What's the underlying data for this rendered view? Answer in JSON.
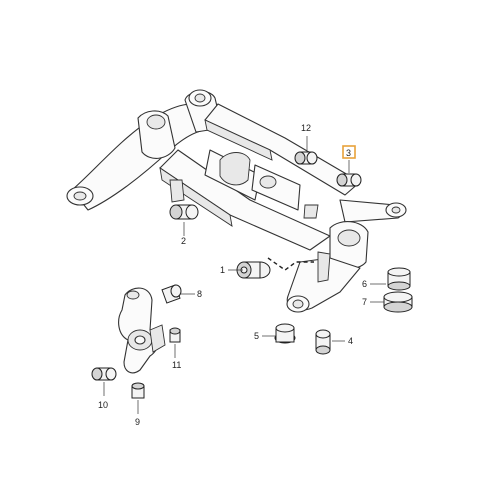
{
  "diagram": {
    "callouts": [
      {
        "id": "c1",
        "text": "1"
      },
      {
        "id": "c2",
        "text": "2"
      },
      {
        "id": "c3",
        "text": "3",
        "highlighted": true
      },
      {
        "id": "c4",
        "text": "4"
      },
      {
        "id": "c5",
        "text": "5"
      },
      {
        "id": "c6",
        "text": "6"
      },
      {
        "id": "c7",
        "text": "7"
      },
      {
        "id": "c8",
        "text": "8"
      },
      {
        "id": "c9",
        "text": "9"
      },
      {
        "id": "c10",
        "text": "10"
      },
      {
        "id": "c11",
        "text": "11"
      },
      {
        "id": "c12",
        "text": "12"
      }
    ],
    "highlight_color": "#e8a13a"
  }
}
